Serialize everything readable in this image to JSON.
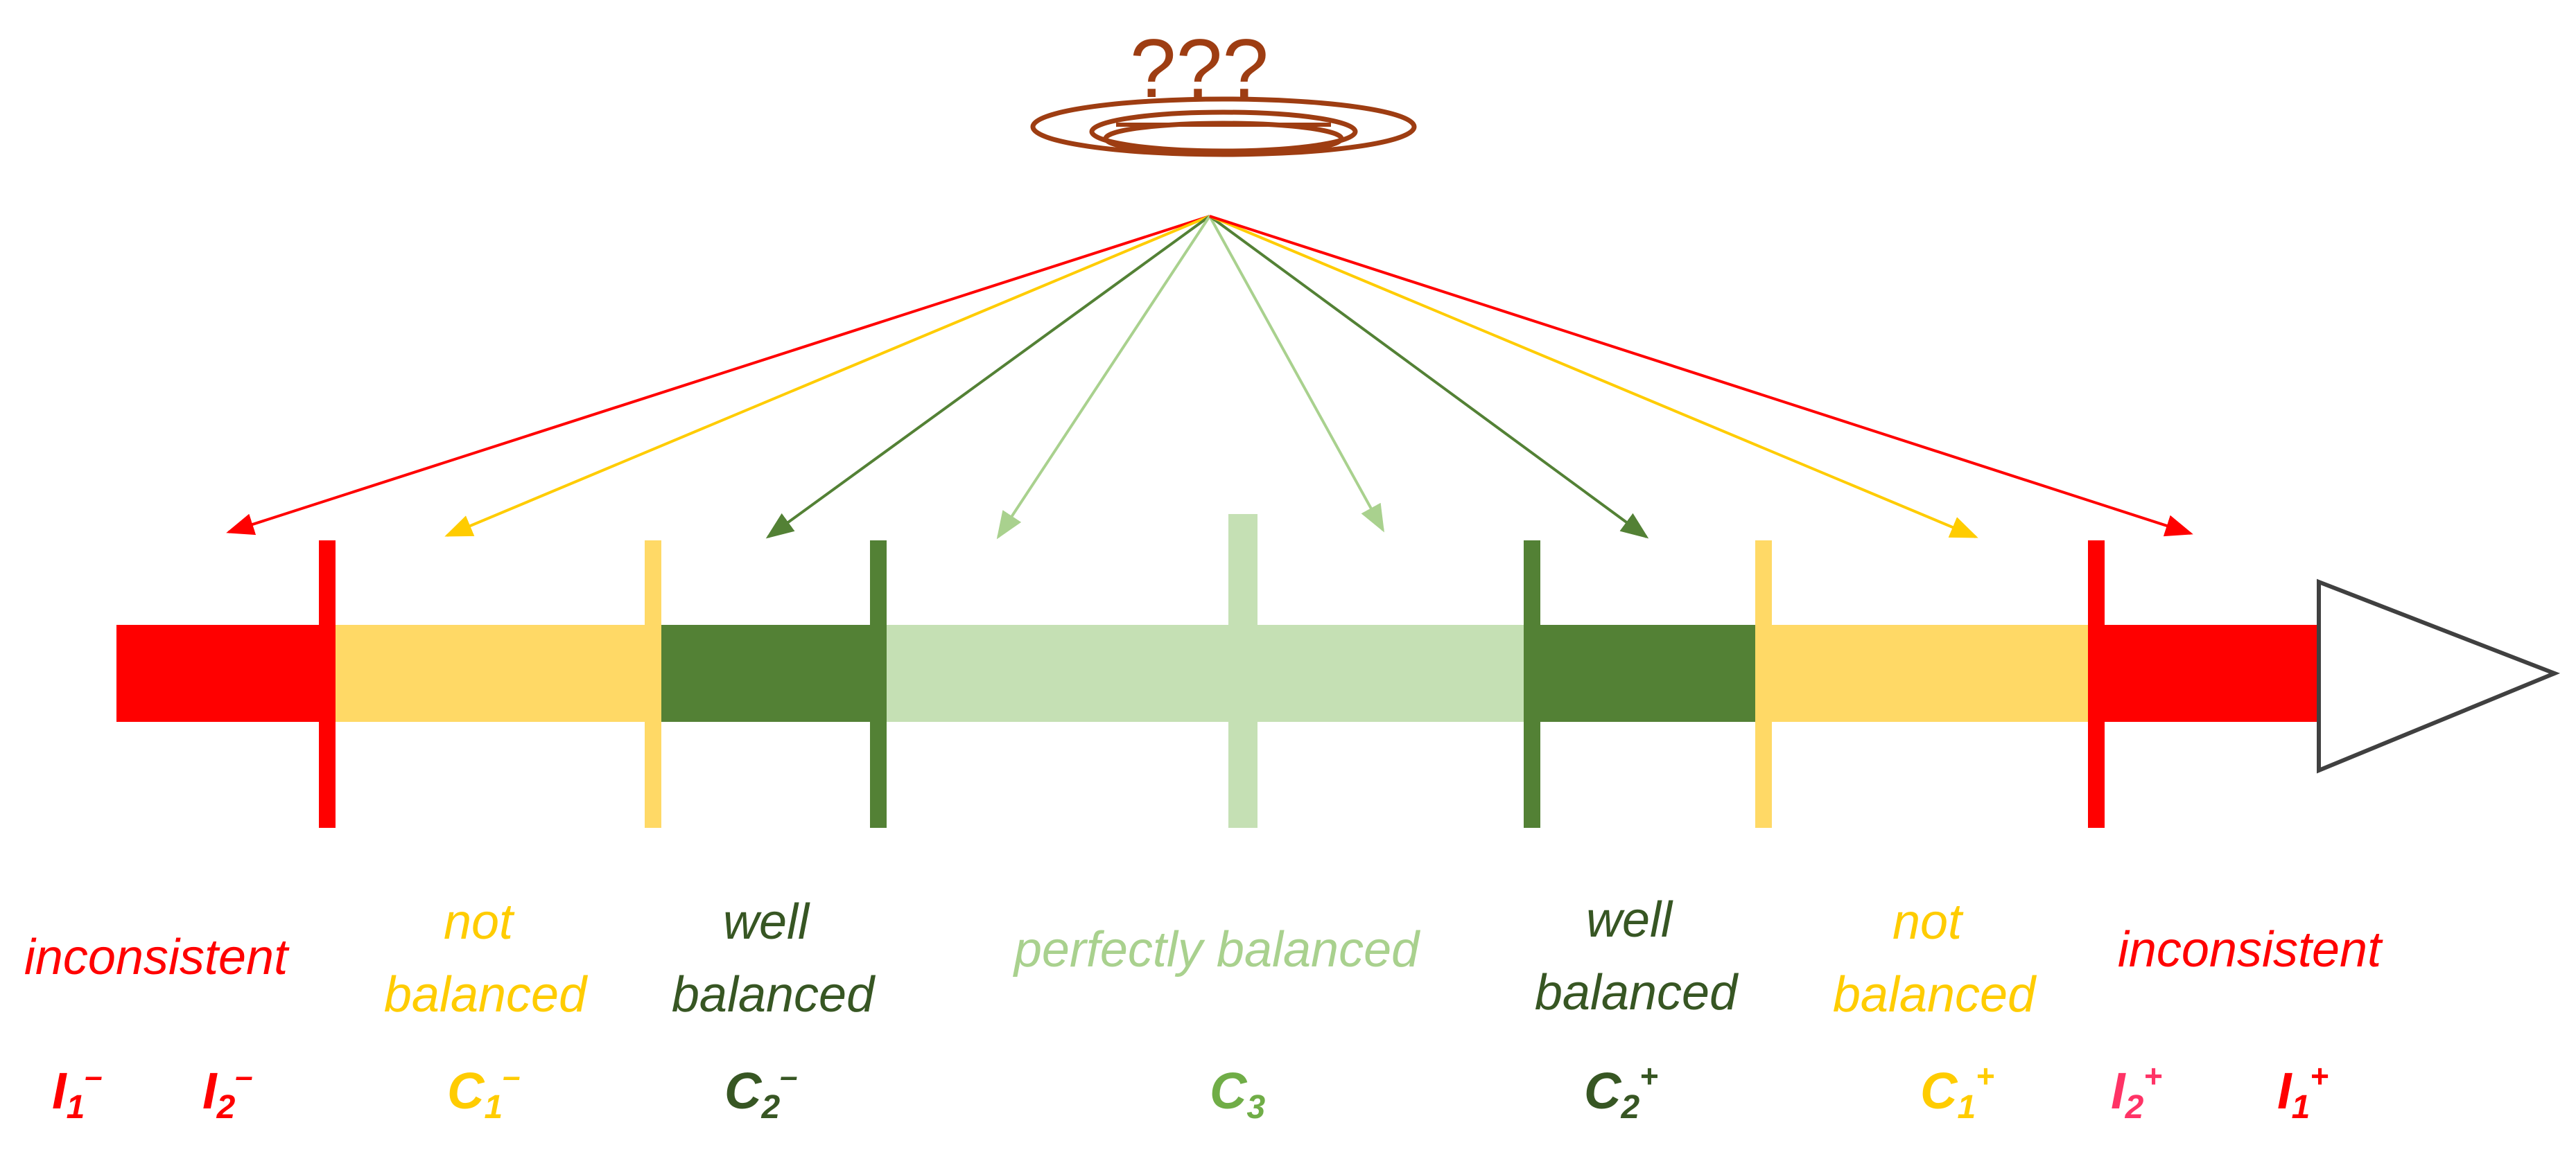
{
  "header": {
    "question_text": "???"
  },
  "colors": {
    "inconsistent": "#ff0000",
    "not_balanced_fill": "#ffd966",
    "not_balanced_text": "#ffcc00",
    "well_balanced_fill": "#538135",
    "well_balanced_text": "#375623",
    "perfectly_balanced_fill": "#c5e0b4",
    "perfectly_balanced_text": "#a9d18e",
    "i2_plus": "#ff3366",
    "dish": "#9e3d12",
    "axis_head": "#404040"
  },
  "regions": [
    {
      "id": "inconsistent-left",
      "lines": [
        "inconsistent"
      ]
    },
    {
      "id": "not-balanced-left",
      "lines": [
        "not",
        "balanced"
      ]
    },
    {
      "id": "well-balanced-left",
      "lines": [
        "well",
        "balanced"
      ]
    },
    {
      "id": "perfectly-balanced",
      "lines": [
        "perfectly balanced"
      ]
    },
    {
      "id": "well-balanced-right",
      "lines": [
        "well",
        "balanced"
      ]
    },
    {
      "id": "not-balanced-right",
      "lines": [
        "not",
        "balanced"
      ]
    },
    {
      "id": "inconsistent-right",
      "lines": [
        "inconsistent"
      ]
    }
  ],
  "symbols": [
    {
      "id": "I1-minus",
      "letter": "I",
      "sub": "1",
      "sup": "–"
    },
    {
      "id": "I2-minus",
      "letter": "I",
      "sub": "2",
      "sup": "–"
    },
    {
      "id": "C1-minus",
      "letter": "C",
      "sub": "1",
      "sup": "–"
    },
    {
      "id": "C2-minus",
      "letter": "C",
      "sub": "2",
      "sup": "–"
    },
    {
      "id": "C3",
      "letter": "C",
      "sub": "3",
      "sup": ""
    },
    {
      "id": "C2-plus",
      "letter": "C",
      "sub": "2",
      "sup": "+"
    },
    {
      "id": "C1-plus",
      "letter": "C",
      "sub": "1",
      "sup": "+"
    },
    {
      "id": "I2-plus",
      "letter": "I",
      "sub": "2",
      "sup": "+"
    },
    {
      "id": "I1-plus",
      "letter": "I",
      "sub": "1",
      "sup": "+"
    }
  ]
}
